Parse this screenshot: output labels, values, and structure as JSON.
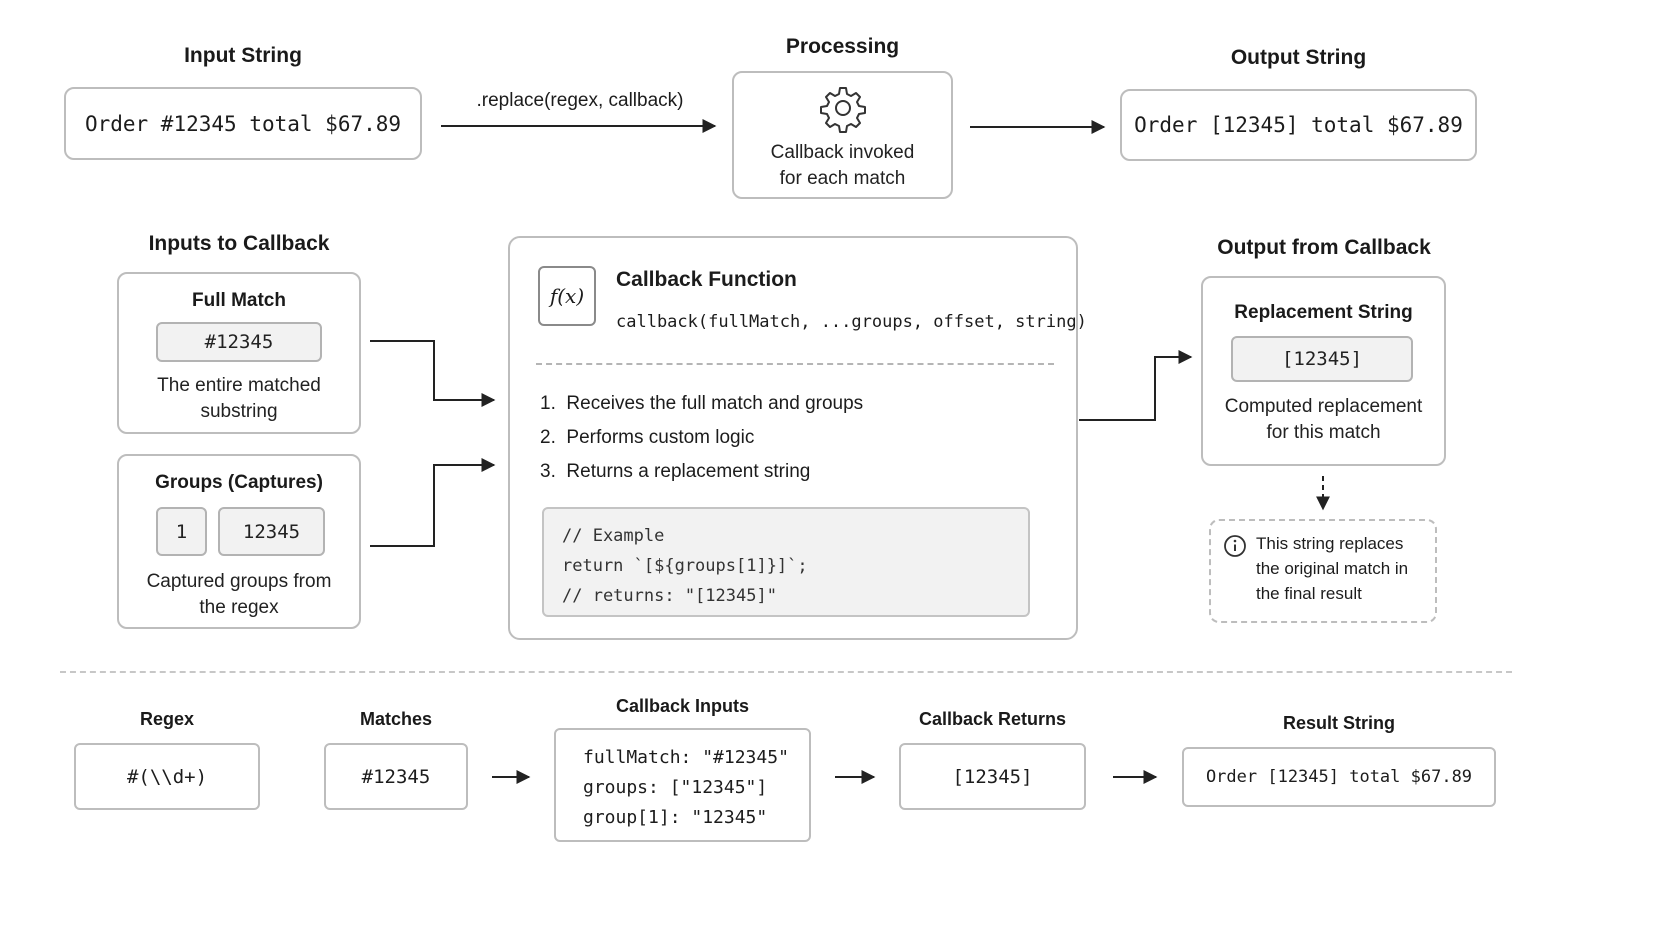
{
  "top": {
    "input_title": "Input String",
    "input_value": "Order #12345 total $67.89",
    "method_label": ".replace(regex, callback)",
    "processing_title": "Processing",
    "processing_icon": "gear-icon",
    "processing_desc_1": "Callback invoked",
    "processing_desc_2": "for each match",
    "output_title": "Output String",
    "output_value": "Order [12345] total $67.89"
  },
  "inputs": {
    "title": "Inputs to Callback",
    "full_match": {
      "title": "Full Match",
      "value": "#12345",
      "desc_1": "The entire matched",
      "desc_2": "substring"
    },
    "groups": {
      "title": "Groups (Captures)",
      "index": "1",
      "value": "12345",
      "desc_1": "Captured groups from",
      "desc_2": "the regex"
    }
  },
  "callback": {
    "icon_label": "f(x)",
    "title": "Callback Function",
    "signature": "callback(fullMatch, ...groups, offset, string)",
    "steps": [
      "1.  Receives the full match and groups",
      "2.  Performs custom logic",
      "3.  Returns a replacement string"
    ],
    "code": [
      "// Example",
      "return `[${groups[1]}]`;",
      "// returns: \"[12345]\""
    ]
  },
  "output": {
    "title": "Output from Callback",
    "replacement_title": "Replacement String",
    "replacement_value": "[12345]",
    "desc_1": "Computed replacement",
    "desc_2": "for this match",
    "note_icon": "info-icon",
    "note_1": "This string replaces",
    "note_2": "the original match in",
    "note_3": "the final result"
  },
  "flow": {
    "regex_title": "Regex",
    "regex_value": "#(\\\\d+)",
    "matches_title": "Matches",
    "matches_value": "#12345",
    "inputs_title": "Callback Inputs",
    "inputs_lines": [
      "fullMatch: \"#12345\"",
      "groups: [\"12345\"]",
      "group[1]: \"12345\""
    ],
    "returns_title": "Callback Returns",
    "returns_value": "[12345]",
    "result_title": "Result String",
    "result_value": "Order [12345] total $67.89"
  },
  "colors": {
    "border": "#bdbdbd",
    "chip_fill": "#f2f2f2",
    "arrow": "#222222"
  }
}
